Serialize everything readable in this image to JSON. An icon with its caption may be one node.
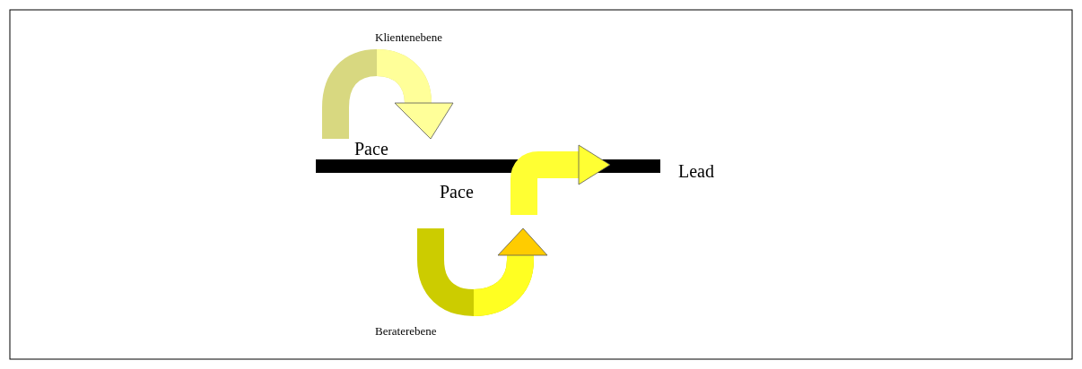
{
  "diagram": {
    "labels": [
      "Klientenebene",
      "Pace",
      "Pace",
      "Lead",
      "Beraterebene"
    ]
  }
}
